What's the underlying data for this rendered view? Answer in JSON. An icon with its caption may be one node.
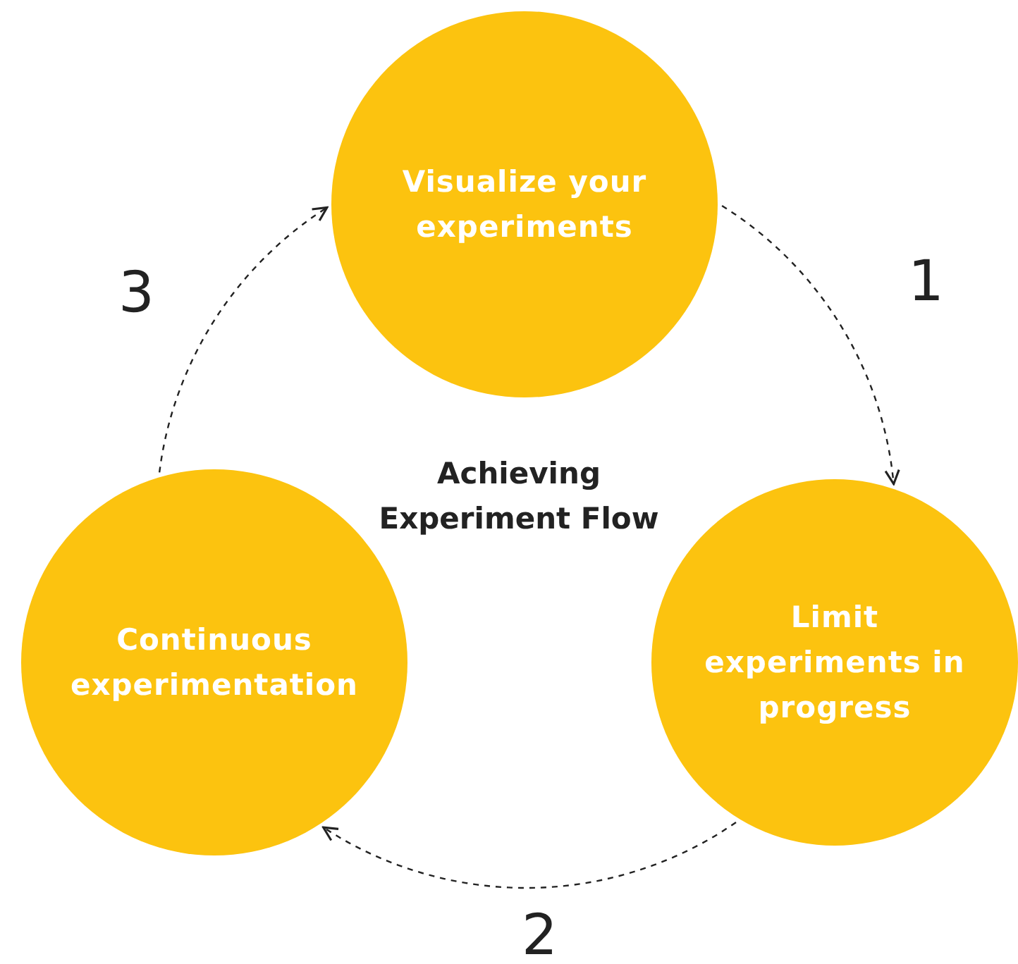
{
  "diagram": {
    "title": "Achieving Experiment Flow",
    "nodes": [
      {
        "text": [
          "Visualize your experiments"
        ]
      },
      {
        "text": [
          "Limit experiments in progress"
        ]
      },
      {
        "text": [
          "Continuous experimentation"
        ]
      }
    ],
    "edges": [
      {
        "from": 0,
        "to": 1,
        "arrow": "to",
        "style": "dashed",
        "label": "1"
      },
      {
        "from": 1,
        "to": 2,
        "arrow": "to",
        "style": "dashed",
        "label": "2"
      },
      {
        "from": 2,
        "to": 0,
        "arrow": "to",
        "style": "dashed",
        "label": "3"
      }
    ]
  }
}
